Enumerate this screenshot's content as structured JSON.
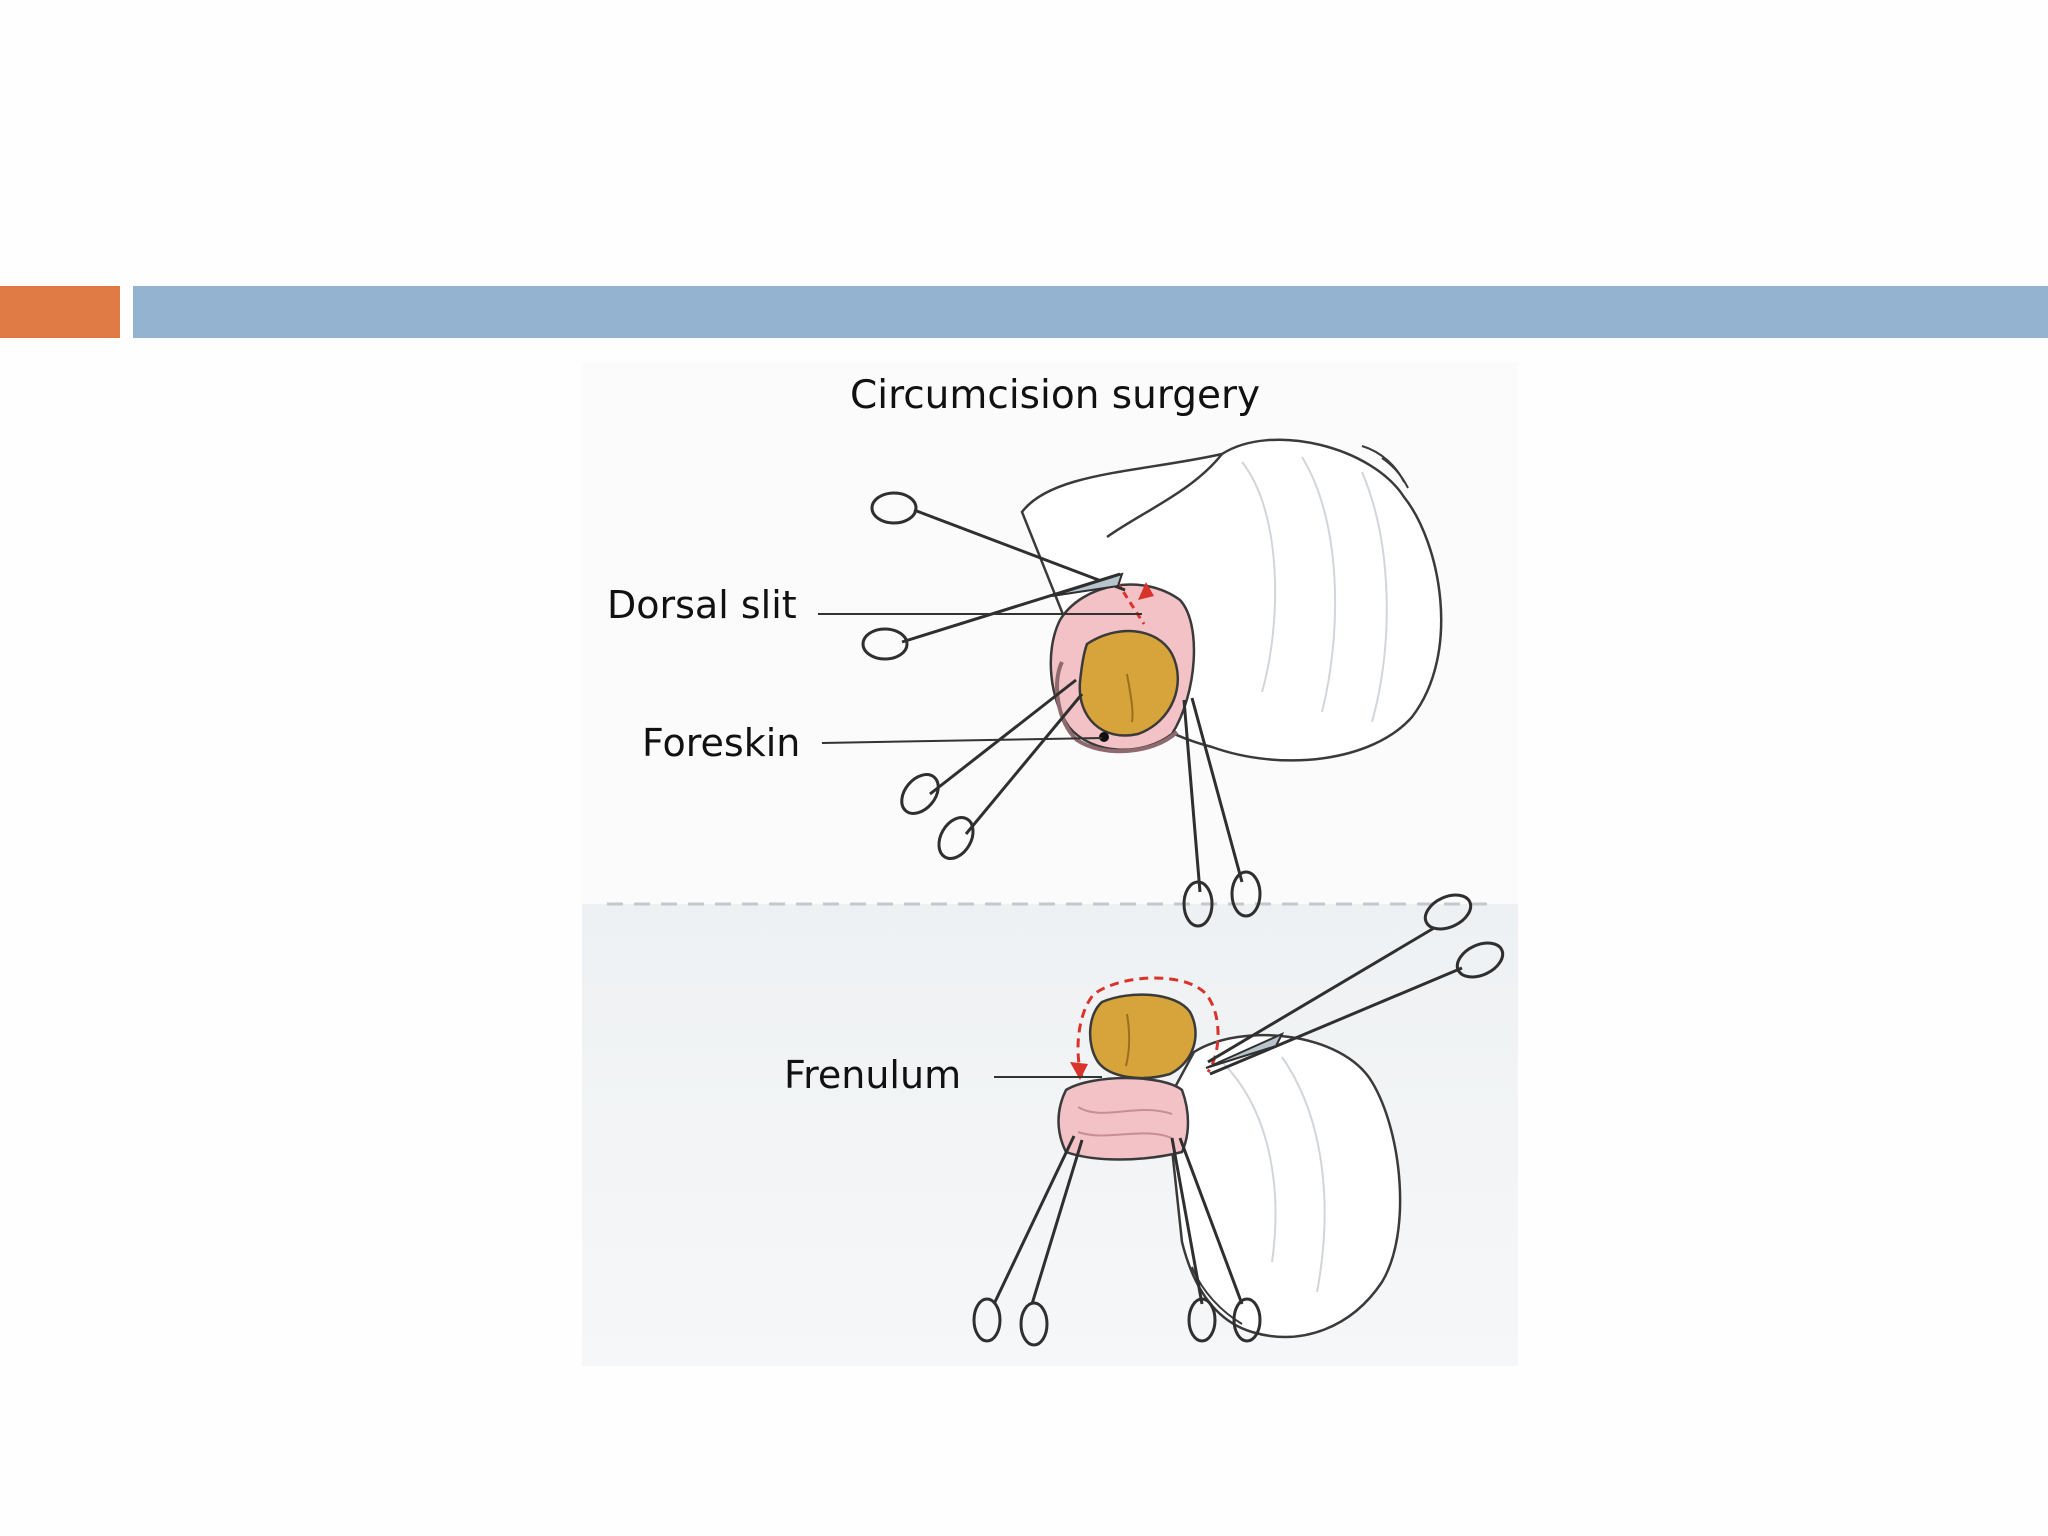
{
  "slide": {
    "colors": {
      "accent": "#e07b45",
      "title_bar": "#93b3d0"
    }
  },
  "figure": {
    "title": "Circumcision surgery",
    "labels": {
      "dorsal_slit": "Dorsal slit",
      "foreskin": "Foreskin",
      "frenulum": "Frenulum"
    },
    "colors": {
      "glans": "#d6a43a",
      "foreskin": "#f3c2c6",
      "incision": "#d9342b",
      "skin": "#ffffff",
      "instrument": "#b8c4cc"
    }
  }
}
